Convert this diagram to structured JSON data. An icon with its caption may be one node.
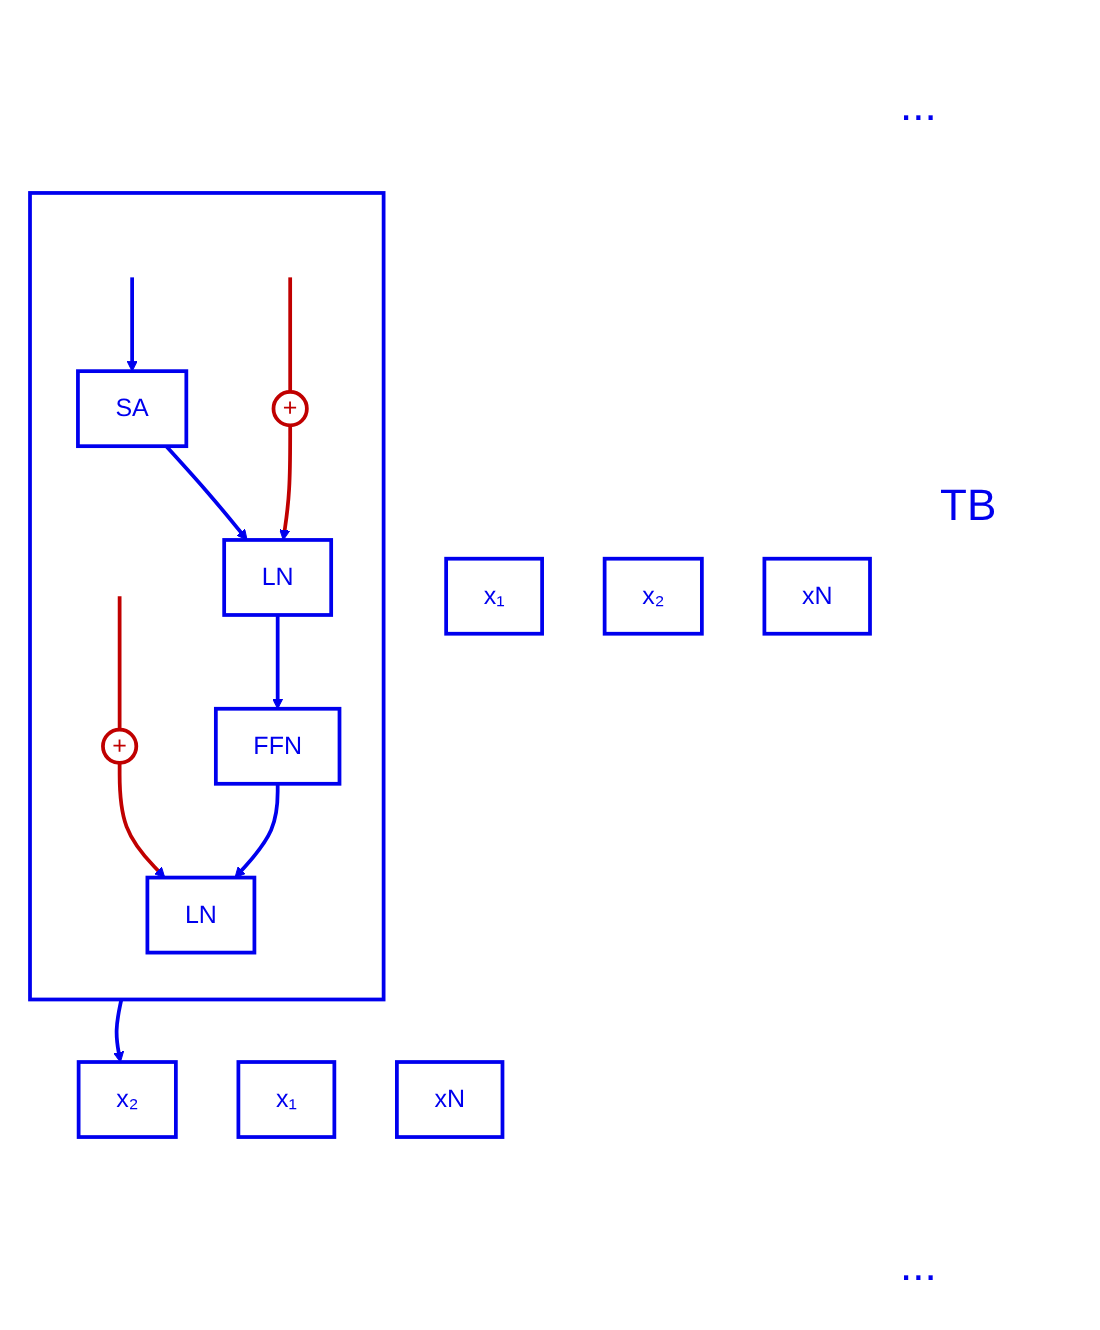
{
  "diagram": {
    "nodes": [
      {
        "text": [
          "x₁"
        ]
      },
      {
        "text": [
          "x₂"
        ]
      },
      {
        "text": [
          "xN"
        ]
      },
      {
        "text": [],
        "shape": "box"
      },
      {
        "text": [
          "+"
        ],
        "in": 3
      },
      {
        "text": [
          "SA"
        ],
        "in": 3
      },
      {
        "text": [
          "LN"
        ],
        "in": 3
      },
      {
        "text": [
          "+"
        ],
        "in": 3
      },
      {
        "text": [
          "FFN"
        ],
        "in": 3
      },
      {
        "text": [
          "LN"
        ],
        "in": 3
      },
      {
        "text": [
          "x₁"
        ]
      },
      {
        "text": [
          "x₂"
        ]
      },
      {
        "text": [
          "xN"
        ]
      }
    ],
    "edges": [
      {
        "from": null,
        "to": 5,
        "arrow": "to"
      },
      {
        "from": null,
        "to": 4,
        "arrow": "none",
        "color": "#c00000"
      },
      {
        "from": 4,
        "to": 6,
        "arrow": "to",
        "color": "#c00000"
      },
      {
        "from": 5,
        "to": 6,
        "arrow": "to"
      },
      {
        "from": 6,
        "to": 8,
        "arrow": "to"
      },
      {
        "from": null,
        "to": 7,
        "arrow": "none",
        "color": "#c00000"
      },
      {
        "from": 7,
        "to": 9,
        "arrow": "to",
        "color": "#c00000"
      },
      {
        "from": 8,
        "to": 9,
        "arrow": "to"
      },
      {
        "from": 3,
        "to": 11,
        "arrow": "to"
      }
    ],
    "labels": [
      "...",
      "TB",
      "..."
    ]
  }
}
